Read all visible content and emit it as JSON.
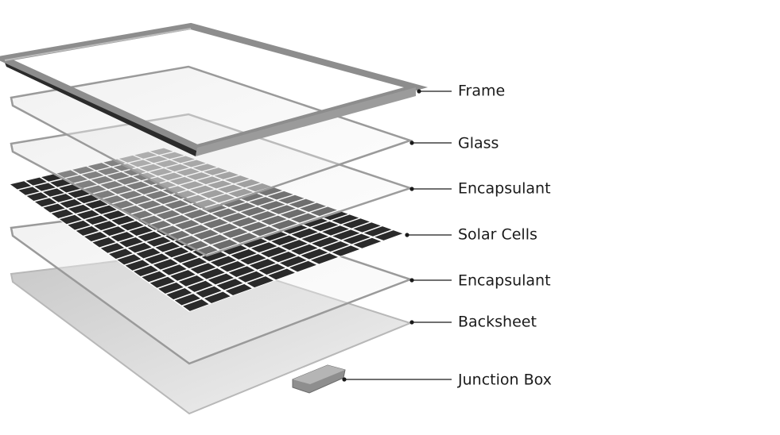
{
  "diagram": {
    "layers": [
      {
        "id": "frame",
        "label": "Frame"
      },
      {
        "id": "glass",
        "label": "Glass"
      },
      {
        "id": "encapsulant-top",
        "label": "Encapsulant"
      },
      {
        "id": "solar-cells",
        "label": "Solar Cells"
      },
      {
        "id": "encapsulant-bottom",
        "label": "Encapsulant"
      },
      {
        "id": "backsheet",
        "label": "Backsheet"
      },
      {
        "id": "junction-box",
        "label": "Junction Box"
      }
    ],
    "colors": {
      "frame": "#8a8a8a",
      "frame_dark": "#2b2b2b",
      "glass_edge": "#9a9a9a",
      "cell": "#2a2a2a",
      "cell_gap": "#ffffff",
      "backsheet": "#d6d6d6",
      "leader_line": "#1a1a1a"
    }
  }
}
